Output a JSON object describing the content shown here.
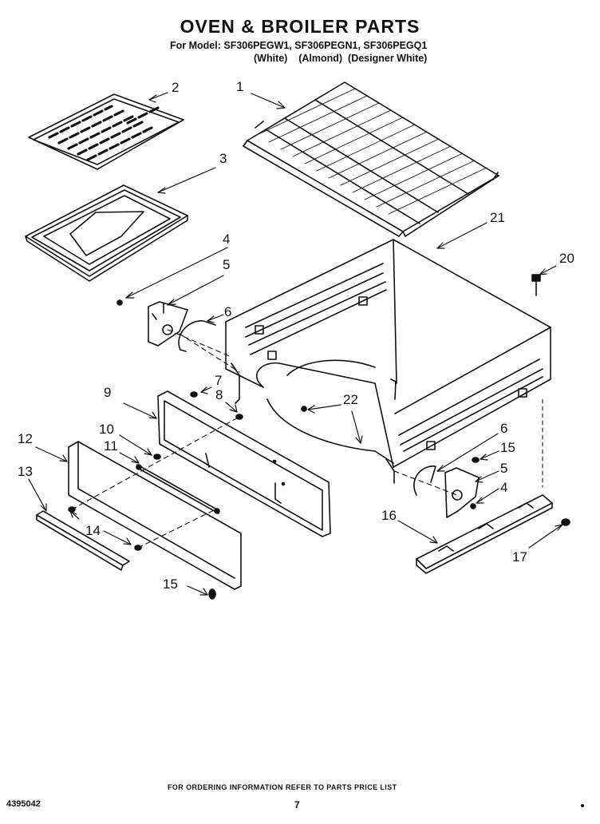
{
  "header": {
    "title": "OVEN & BROILER PARTS",
    "models_line": "For Model: SF306PEGW1, SF306PEGN1, SF306PEGQ1",
    "colors_line": "(White)    (Almond)  (Designer White)"
  },
  "callouts": [
    "1",
    "2",
    "3",
    "4",
    "5",
    "6",
    "7",
    "8",
    "9",
    "10",
    "11",
    "12",
    "13",
    "14",
    "15",
    "16",
    "17",
    "20",
    "21",
    "22"
  ],
  "callouts_repeat": {
    "four": "4",
    "five": "5",
    "six": "6",
    "fifteen": "15"
  },
  "footer": {
    "ordering_info": "FOR ORDERING INFORMATION REFER TO PARTS PRICE LIST",
    "doc_number": "4395042",
    "page_number": "7"
  }
}
